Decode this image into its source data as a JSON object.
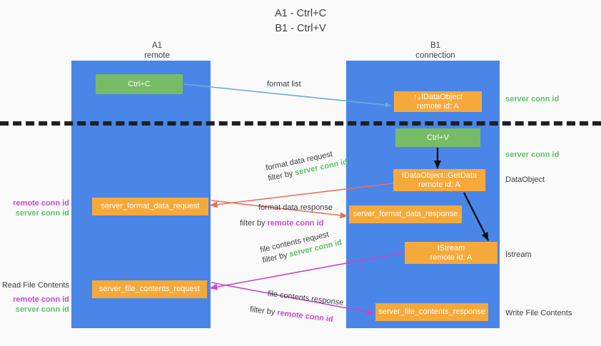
{
  "title": {
    "line1": "A1 - Ctrl+C",
    "line2": "B1 - Ctrl+V"
  },
  "columns": [
    {
      "name": "A1",
      "sub": "remote"
    },
    {
      "name": "B1",
      "sub": "connection"
    }
  ],
  "nodes": {
    "ctrl_c": {
      "label": "Ctrl+C"
    },
    "ole_idataobject": {
      "line1": "↑↓IDataObject",
      "line2": "remote id: A"
    },
    "ctrl_v": {
      "label": "Ctrl+V"
    },
    "idataobject_getdata": {
      "line1": "IDataObject::GetData",
      "line2": "remote id: A"
    },
    "istream": {
      "line1": "IStream",
      "line2": "remote id: A"
    },
    "server_format_data_request": {
      "label": "server_format_data_request"
    },
    "server_format_data_response": {
      "label": "server_format_data_response"
    },
    "server_file_contents_request": {
      "label": "server_file_contents_request"
    },
    "server_file_contents_response": {
      "label": "server_file_contents_response"
    }
  },
  "edges": {
    "format_list": {
      "label": "format list"
    },
    "format_data_request": {
      "line1": "format data request",
      "filter_prefix": "filter by ",
      "filter_value": "server conn id"
    },
    "format_data_response": {
      "line1": "format data response",
      "filter_prefix": "filter by ",
      "filter_value": "remote conn id"
    },
    "file_contents_request": {
      "line1": "file contents request",
      "filter_prefix": "filter by ",
      "filter_value": "server conn id"
    },
    "file_contents_response": {
      "line1": "file contents response",
      "filter_prefix": "filter by ",
      "filter_value": "remote conn id"
    }
  },
  "annotations": {
    "right_server_conn_top": "server conn id",
    "right_server_conn_mid": "server conn id",
    "right_dataobject": "DataObject",
    "right_istream": "Istream",
    "right_write_file_contents": "Write File Contents",
    "left_conn_mid": {
      "remote": "remote conn id",
      "server": "server conn id"
    },
    "left_read_file_contents": "Read File Contents",
    "left_conn_bottom": {
      "remote": "remote conn id",
      "server": "server conn id"
    }
  },
  "colors": {
    "lane": "#4a86e8",
    "green_box": "#77bb66",
    "orange_box": "#f6a93b",
    "server_conn": "#5ec269",
    "remote_conn": "#c44ad0",
    "arrow_blue": "#6fa8dc",
    "arrow_red": "#e8705a",
    "arrow_magenta": "#cc44cc",
    "arrow_black": "#111111",
    "background": "#fafafa"
  }
}
